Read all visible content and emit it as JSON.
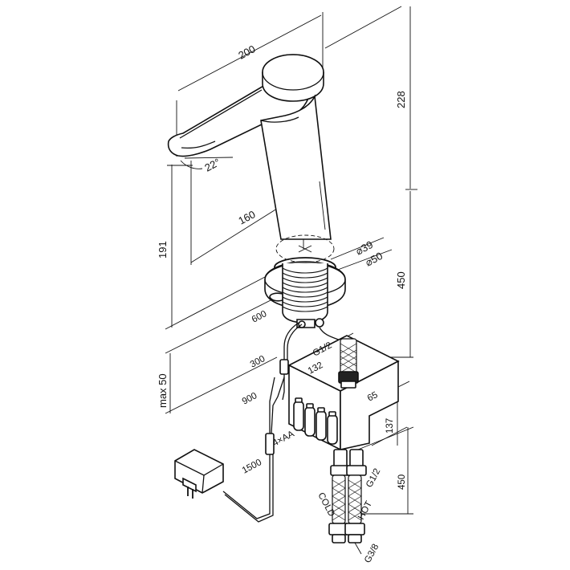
{
  "dimensions": {
    "width": "200",
    "total_height": "228",
    "angle": "22°",
    "reach": "160",
    "spout_height": "191",
    "dia_inner": "⌀39",
    "dia_outer": "⌀50",
    "body_length": "450",
    "max_thickness": "max 50",
    "cable_sensor": "600",
    "cable_300": "300",
    "cable_900": "900",
    "cable_1500": "1500",
    "box_width": "132",
    "box_depth": "65",
    "box_height": "137",
    "hose_length": "450",
    "outlet_thread": "G1/2",
    "inlet_thread": "G1/2",
    "supply_thread": "G3/8",
    "batteries": "4×AA",
    "cold_label": "COLD",
    "hot_label": "HOT"
  }
}
